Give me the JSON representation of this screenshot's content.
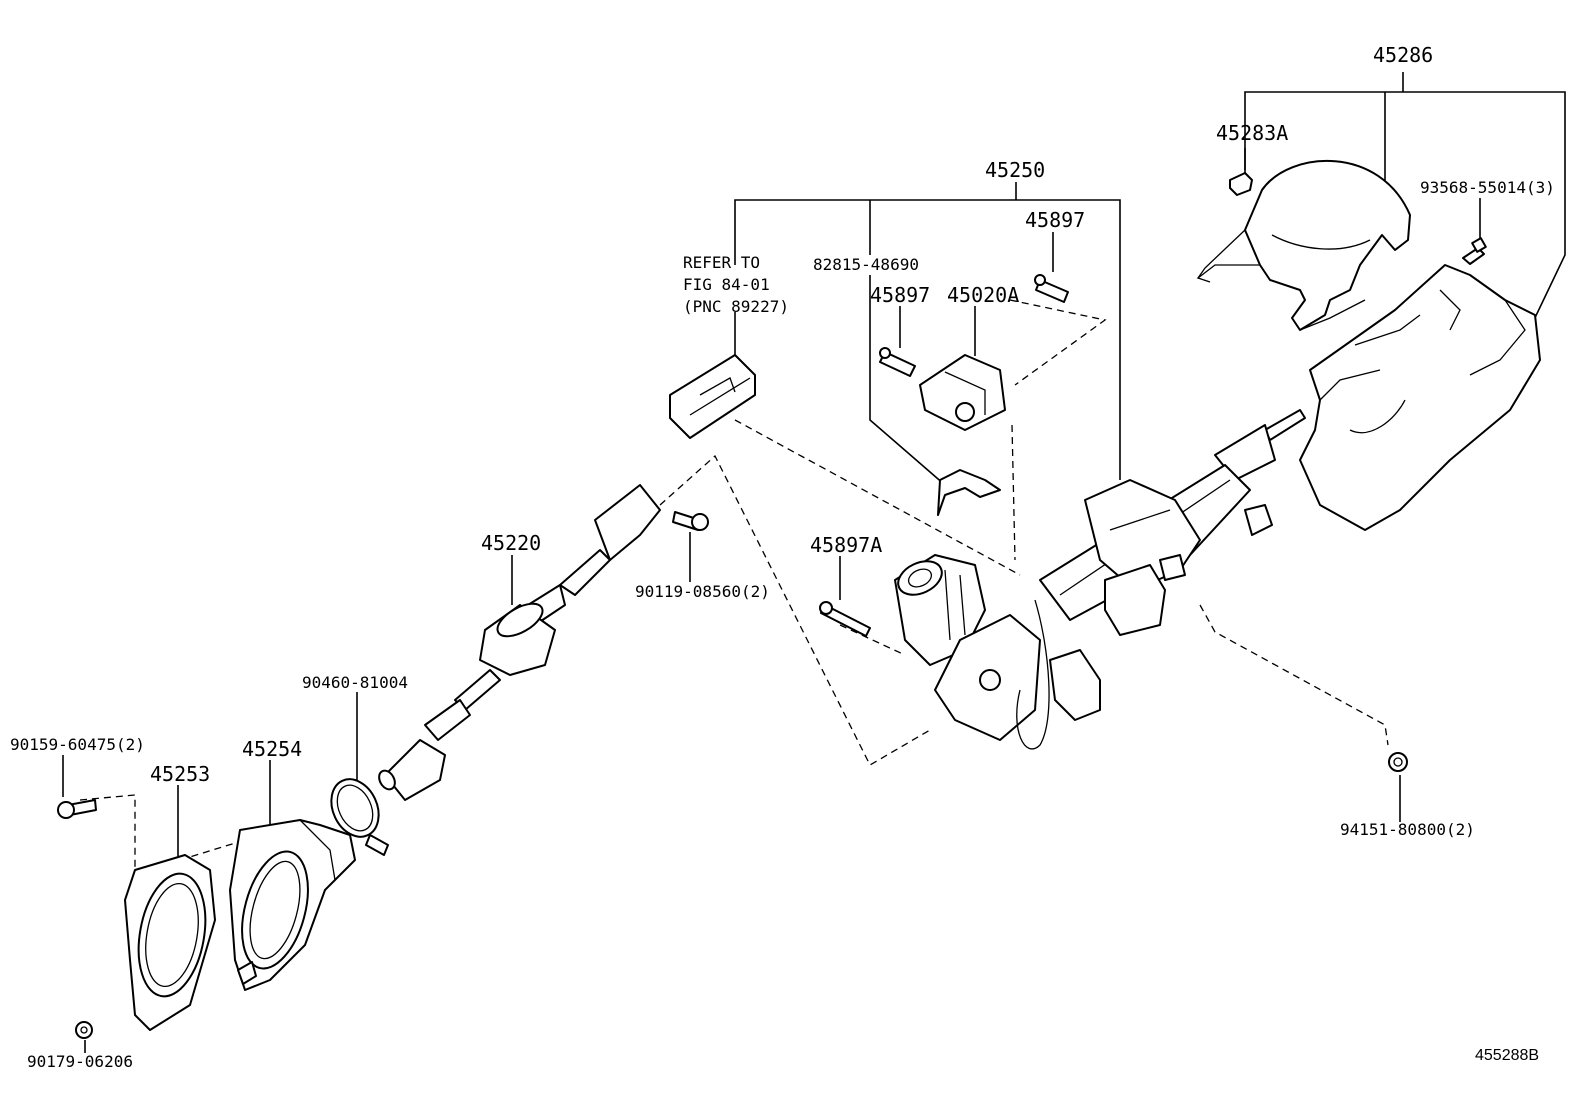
{
  "diagram_id": "455288B",
  "labels": {
    "p45286": "45286",
    "p45283A": "45283A",
    "p93568": "93568-55014(3)",
    "p45250": "45250",
    "refer_line1": "REFER TO",
    "refer_line2": "FIG 84-01",
    "refer_line3": "(PNC 89227)",
    "p82815": "82815-48690",
    "p45897_top": "45897",
    "p45897_mid": "45897",
    "p45020A": "45020A",
    "p45220": "45220",
    "p90119": "90119-08560(2)",
    "p45897A": "45897A",
    "p90460": "90460-81004",
    "p90159": "90159-60475(2)",
    "p45253": "45253",
    "p45254": "45254",
    "p94151": "94151-80800(2)",
    "p90179": "90179-06206"
  }
}
